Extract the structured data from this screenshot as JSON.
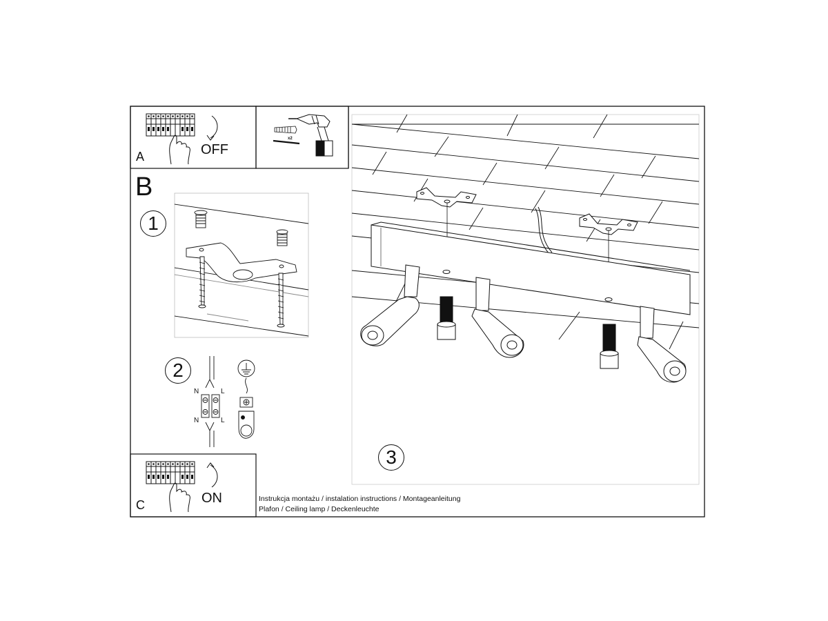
{
  "panel_a": {
    "letter": "A",
    "state": "OFF"
  },
  "panel_b": {
    "letter": "B"
  },
  "panel_c": {
    "letter": "C",
    "state": "ON"
  },
  "steps": [
    "1",
    "2",
    "3"
  ],
  "tools": {
    "quantity": "x2"
  },
  "wiring": {
    "neutral": "N",
    "live": "L"
  },
  "caption": {
    "line1": "Instrukcja montażu / instalation instructions / Montageanleitung",
    "line2": "Plafon / Ceiling lamp / Deckenleuchte"
  },
  "colors": {
    "line": "#111111",
    "background": "#ffffff"
  }
}
